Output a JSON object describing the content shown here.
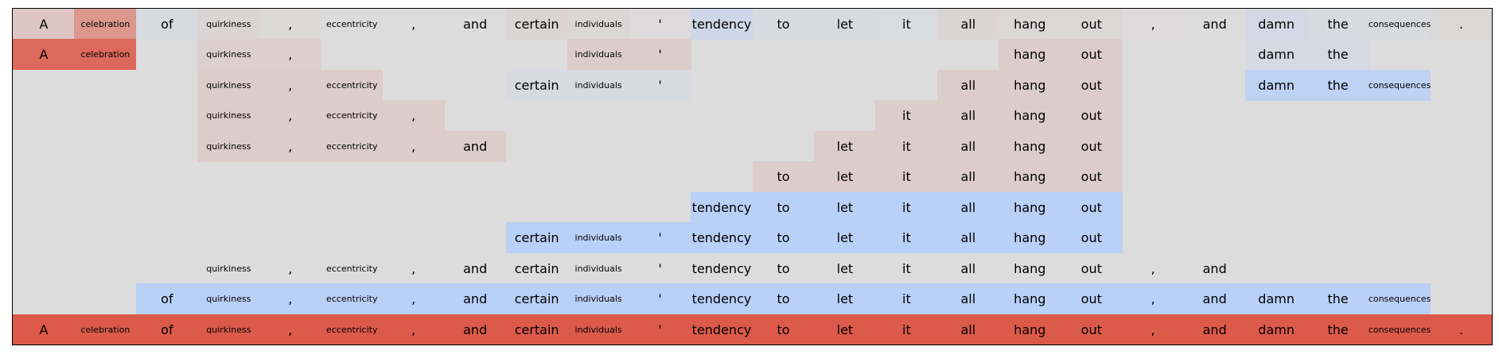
{
  "chart_data": {
    "type": "heatmap",
    "columns": [
      "A",
      "celebration",
      "of",
      "quirkiness",
      ",",
      "eccentricity",
      ",",
      "and",
      "certain",
      "individuals",
      "'",
      "tendency",
      "to",
      "let",
      "it",
      "all",
      "hang",
      "out",
      ",",
      "and",
      "damn",
      "the",
      "consequences",
      "."
    ],
    "rows": [
      [
        0.15,
        0.45,
        -0.05,
        0.05,
        0.02,
        0.0,
        0.0,
        0.0,
        0.05,
        0.03,
        0.01,
        -0.15,
        -0.05,
        -0.05,
        -0.04,
        0.05,
        0.03,
        0.03,
        0.01,
        0.0,
        -0.1,
        -0.05,
        -0.05,
        0.03
      ],
      [
        0.75,
        0.75,
        null,
        0.08,
        0.08,
        null,
        null,
        null,
        null,
        0.1,
        0.1,
        null,
        null,
        null,
        null,
        null,
        0.1,
        0.1,
        null,
        null,
        -0.08,
        -0.08,
        null,
        null
      ],
      [
        null,
        null,
        null,
        0.1,
        0.1,
        0.1,
        null,
        null,
        -0.05,
        -0.05,
        -0.05,
        null,
        null,
        null,
        null,
        0.1,
        0.1,
        0.1,
        null,
        null,
        -0.3,
        -0.3,
        -0.3,
        null
      ],
      [
        null,
        null,
        null,
        0.1,
        0.1,
        0.1,
        0.1,
        null,
        null,
        null,
        null,
        null,
        null,
        null,
        0.1,
        0.1,
        0.1,
        0.1,
        null,
        null,
        null,
        null,
        null,
        null
      ],
      [
        null,
        null,
        null,
        0.1,
        0.1,
        0.1,
        0.1,
        0.1,
        null,
        null,
        null,
        null,
        null,
        0.1,
        0.1,
        0.1,
        0.1,
        0.1,
        null,
        null,
        null,
        null,
        null,
        null
      ],
      [
        null,
        null,
        null,
        null,
        null,
        null,
        null,
        null,
        null,
        null,
        null,
        null,
        0.1,
        0.1,
        0.1,
        0.1,
        0.1,
        0.1,
        null,
        null,
        null,
        null,
        null,
        null
      ],
      [
        null,
        null,
        null,
        null,
        null,
        null,
        null,
        null,
        null,
        null,
        null,
        -0.35,
        -0.35,
        -0.35,
        -0.35,
        -0.35,
        -0.35,
        -0.35,
        null,
        null,
        null,
        null,
        null,
        null
      ],
      [
        null,
        null,
        null,
        null,
        null,
        null,
        null,
        null,
        -0.35,
        -0.35,
        -0.35,
        -0.35,
        -0.35,
        -0.35,
        -0.35,
        -0.35,
        -0.35,
        -0.35,
        null,
        null,
        null,
        null,
        null,
        null
      ],
      [
        null,
        null,
        null,
        0.0,
        0.0,
        0.0,
        0.0,
        0.0,
        0.0,
        0.0,
        0.0,
        0.0,
        0.0,
        0.0,
        0.0,
        0.0,
        0.0,
        0.0,
        0.0,
        0.0,
        null,
        null,
        null,
        null
      ],
      [
        null,
        null,
        -0.35,
        -0.35,
        -0.35,
        -0.35,
        -0.35,
        -0.35,
        -0.35,
        -0.35,
        -0.35,
        -0.35,
        -0.35,
        -0.35,
        -0.35,
        -0.35,
        -0.35,
        -0.35,
        -0.35,
        -0.35,
        -0.35,
        -0.35,
        -0.35,
        null
      ],
      [
        0.85,
        0.85,
        0.85,
        0.85,
        0.85,
        0.85,
        0.85,
        0.85,
        0.85,
        0.85,
        0.85,
        0.85,
        0.85,
        0.85,
        0.85,
        0.85,
        0.85,
        0.85,
        0.85,
        0.85,
        0.85,
        0.85,
        0.85,
        0.85
      ]
    ],
    "small_text_tokens": [
      "celebration",
      "quirkiness",
      "eccentricity",
      "individuals",
      "consequences"
    ],
    "colors": {
      "positive": "#dc5a4a",
      "negative": "#b9d0f7",
      "neutral": "#dcdcdc",
      "border": "#000000"
    }
  }
}
